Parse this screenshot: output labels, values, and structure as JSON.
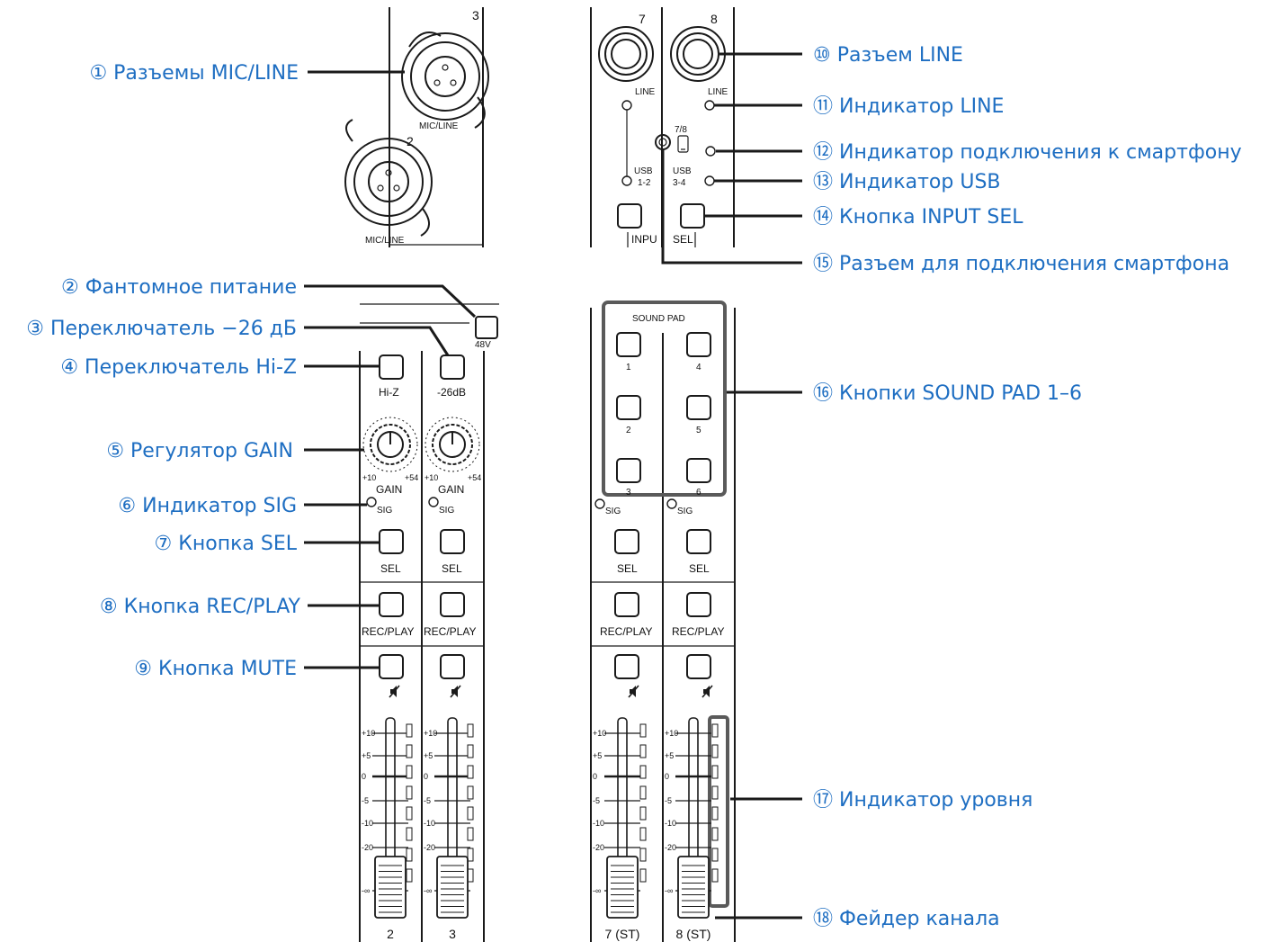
{
  "callouts": [
    {
      "id": "c1",
      "text": "① Разъемы MIC/LINE"
    },
    {
      "id": "c2",
      "text": "② Фантомное питание"
    },
    {
      "id": "c3",
      "text": "③ Переключатель −26 дБ"
    },
    {
      "id": "c4",
      "text": "④ Переключатель Hi-Z"
    },
    {
      "id": "c5",
      "text": "⑤ Регулятор GAIN"
    },
    {
      "id": "c6",
      "text": "⑥ Индикатор SIG"
    },
    {
      "id": "c7",
      "text": "⑦ Кнопка SEL"
    },
    {
      "id": "c8",
      "text": "⑧ Кнопка REC/PLAY"
    },
    {
      "id": "c9",
      "text": "⑨ Кнопка MUTE"
    },
    {
      "id": "c10",
      "text": "⑩ Разъем LINE"
    },
    {
      "id": "c11",
      "text": "⑪ Индикатор LINE"
    },
    {
      "id": "c12",
      "text": "⑫ Индикатор подключения к смартфону"
    },
    {
      "id": "c13",
      "text": "⑬ Индикатор USB"
    },
    {
      "id": "c14",
      "text": "⑭ Кнопка INPUT SEL"
    },
    {
      "id": "c15",
      "text": "⑮ Разъем для подключения смартфона"
    },
    {
      "id": "c16",
      "text": "⑯ Кнопки SOUND PAD 1–6"
    },
    {
      "id": "c17",
      "text": "⑰ Индикатор уровня"
    },
    {
      "id": "c18",
      "text": "⑱ Фейдер канала"
    }
  ],
  "panel": {
    "ch3_number": "3",
    "ch2_number": "2",
    "mic_line": "MIC/LINE",
    "ch7_number": "7",
    "ch8_number": "8",
    "line": "LINE",
    "phone_input": "7/8",
    "usb": "USB",
    "usb_12": "1-2",
    "usb_34": "3-4",
    "input": "INPU",
    "sel": "SEL",
    "phantom": "48V",
    "hiz": "Hi-Z",
    "pad26": "-26dB",
    "gain": "GAIN",
    "gain_min": "+10",
    "gain_max": "+54",
    "sig": "SIG",
    "rec_play": "REC/PLAY",
    "sound_pad": "SOUND PAD",
    "pads": [
      "1",
      "2",
      "3",
      "4",
      "5",
      "6"
    ],
    "fader_scale": [
      "+10",
      "+5",
      "0",
      "-5",
      "-10",
      "-20",
      "-∞"
    ],
    "strip_labels": [
      "2",
      "3",
      "7 (ST)",
      "8 (ST)"
    ]
  }
}
